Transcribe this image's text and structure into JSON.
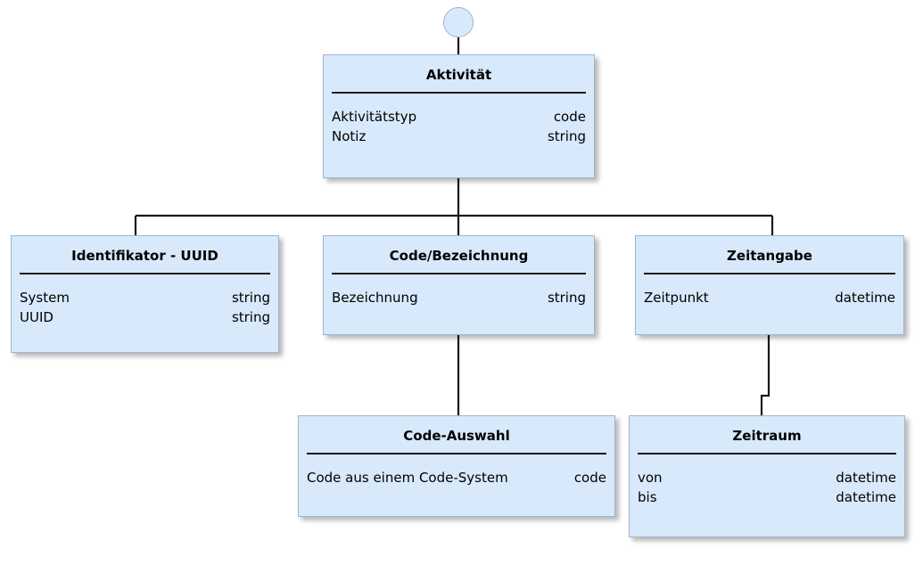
{
  "diagram": {
    "type": "uml-class-diagram",
    "root_marker": "circle",
    "colors": {
      "node_fill": "#d8e9fb",
      "node_border": "#9fb6cd",
      "edge": "#1a1a1a",
      "text": "#000000",
      "background": "#ffffff"
    },
    "nodes": [
      {
        "id": "aktivitaet",
        "title": "Aktivität",
        "attributes": [
          {
            "name": "Aktivitätstyp",
            "type": "code"
          },
          {
            "name": "Notiz",
            "type": "string"
          }
        ]
      },
      {
        "id": "identifikator",
        "title": "Identifikator - UUID",
        "attributes": [
          {
            "name": "System",
            "type": "string"
          },
          {
            "name": "UUID",
            "type": "string"
          }
        ]
      },
      {
        "id": "codebez",
        "title": "Code/Bezeichnung",
        "attributes": [
          {
            "name": "Bezeichnung",
            "type": "string"
          }
        ]
      },
      {
        "id": "zeitangabe",
        "title": "Zeitangabe",
        "attributes": [
          {
            "name": "Zeitpunkt",
            "type": "datetime"
          }
        ]
      },
      {
        "id": "codeauswahl",
        "title": "Code-Auswahl",
        "attributes": [
          {
            "name": "Code aus einem Code-System",
            "type": "code"
          }
        ]
      },
      {
        "id": "zeitraum",
        "title": "Zeitraum",
        "attributes": [
          {
            "name": "von",
            "type": "datetime"
          },
          {
            "name": "bis",
            "type": "datetime"
          }
        ]
      }
    ],
    "edges": [
      {
        "from": "root-circle",
        "to": "aktivitaet"
      },
      {
        "from": "aktivitaet",
        "to": "identifikator"
      },
      {
        "from": "aktivitaet",
        "to": "codebez"
      },
      {
        "from": "aktivitaet",
        "to": "zeitangabe"
      },
      {
        "from": "codebez",
        "to": "codeauswahl"
      },
      {
        "from": "zeitangabe",
        "to": "zeitraum"
      }
    ]
  }
}
